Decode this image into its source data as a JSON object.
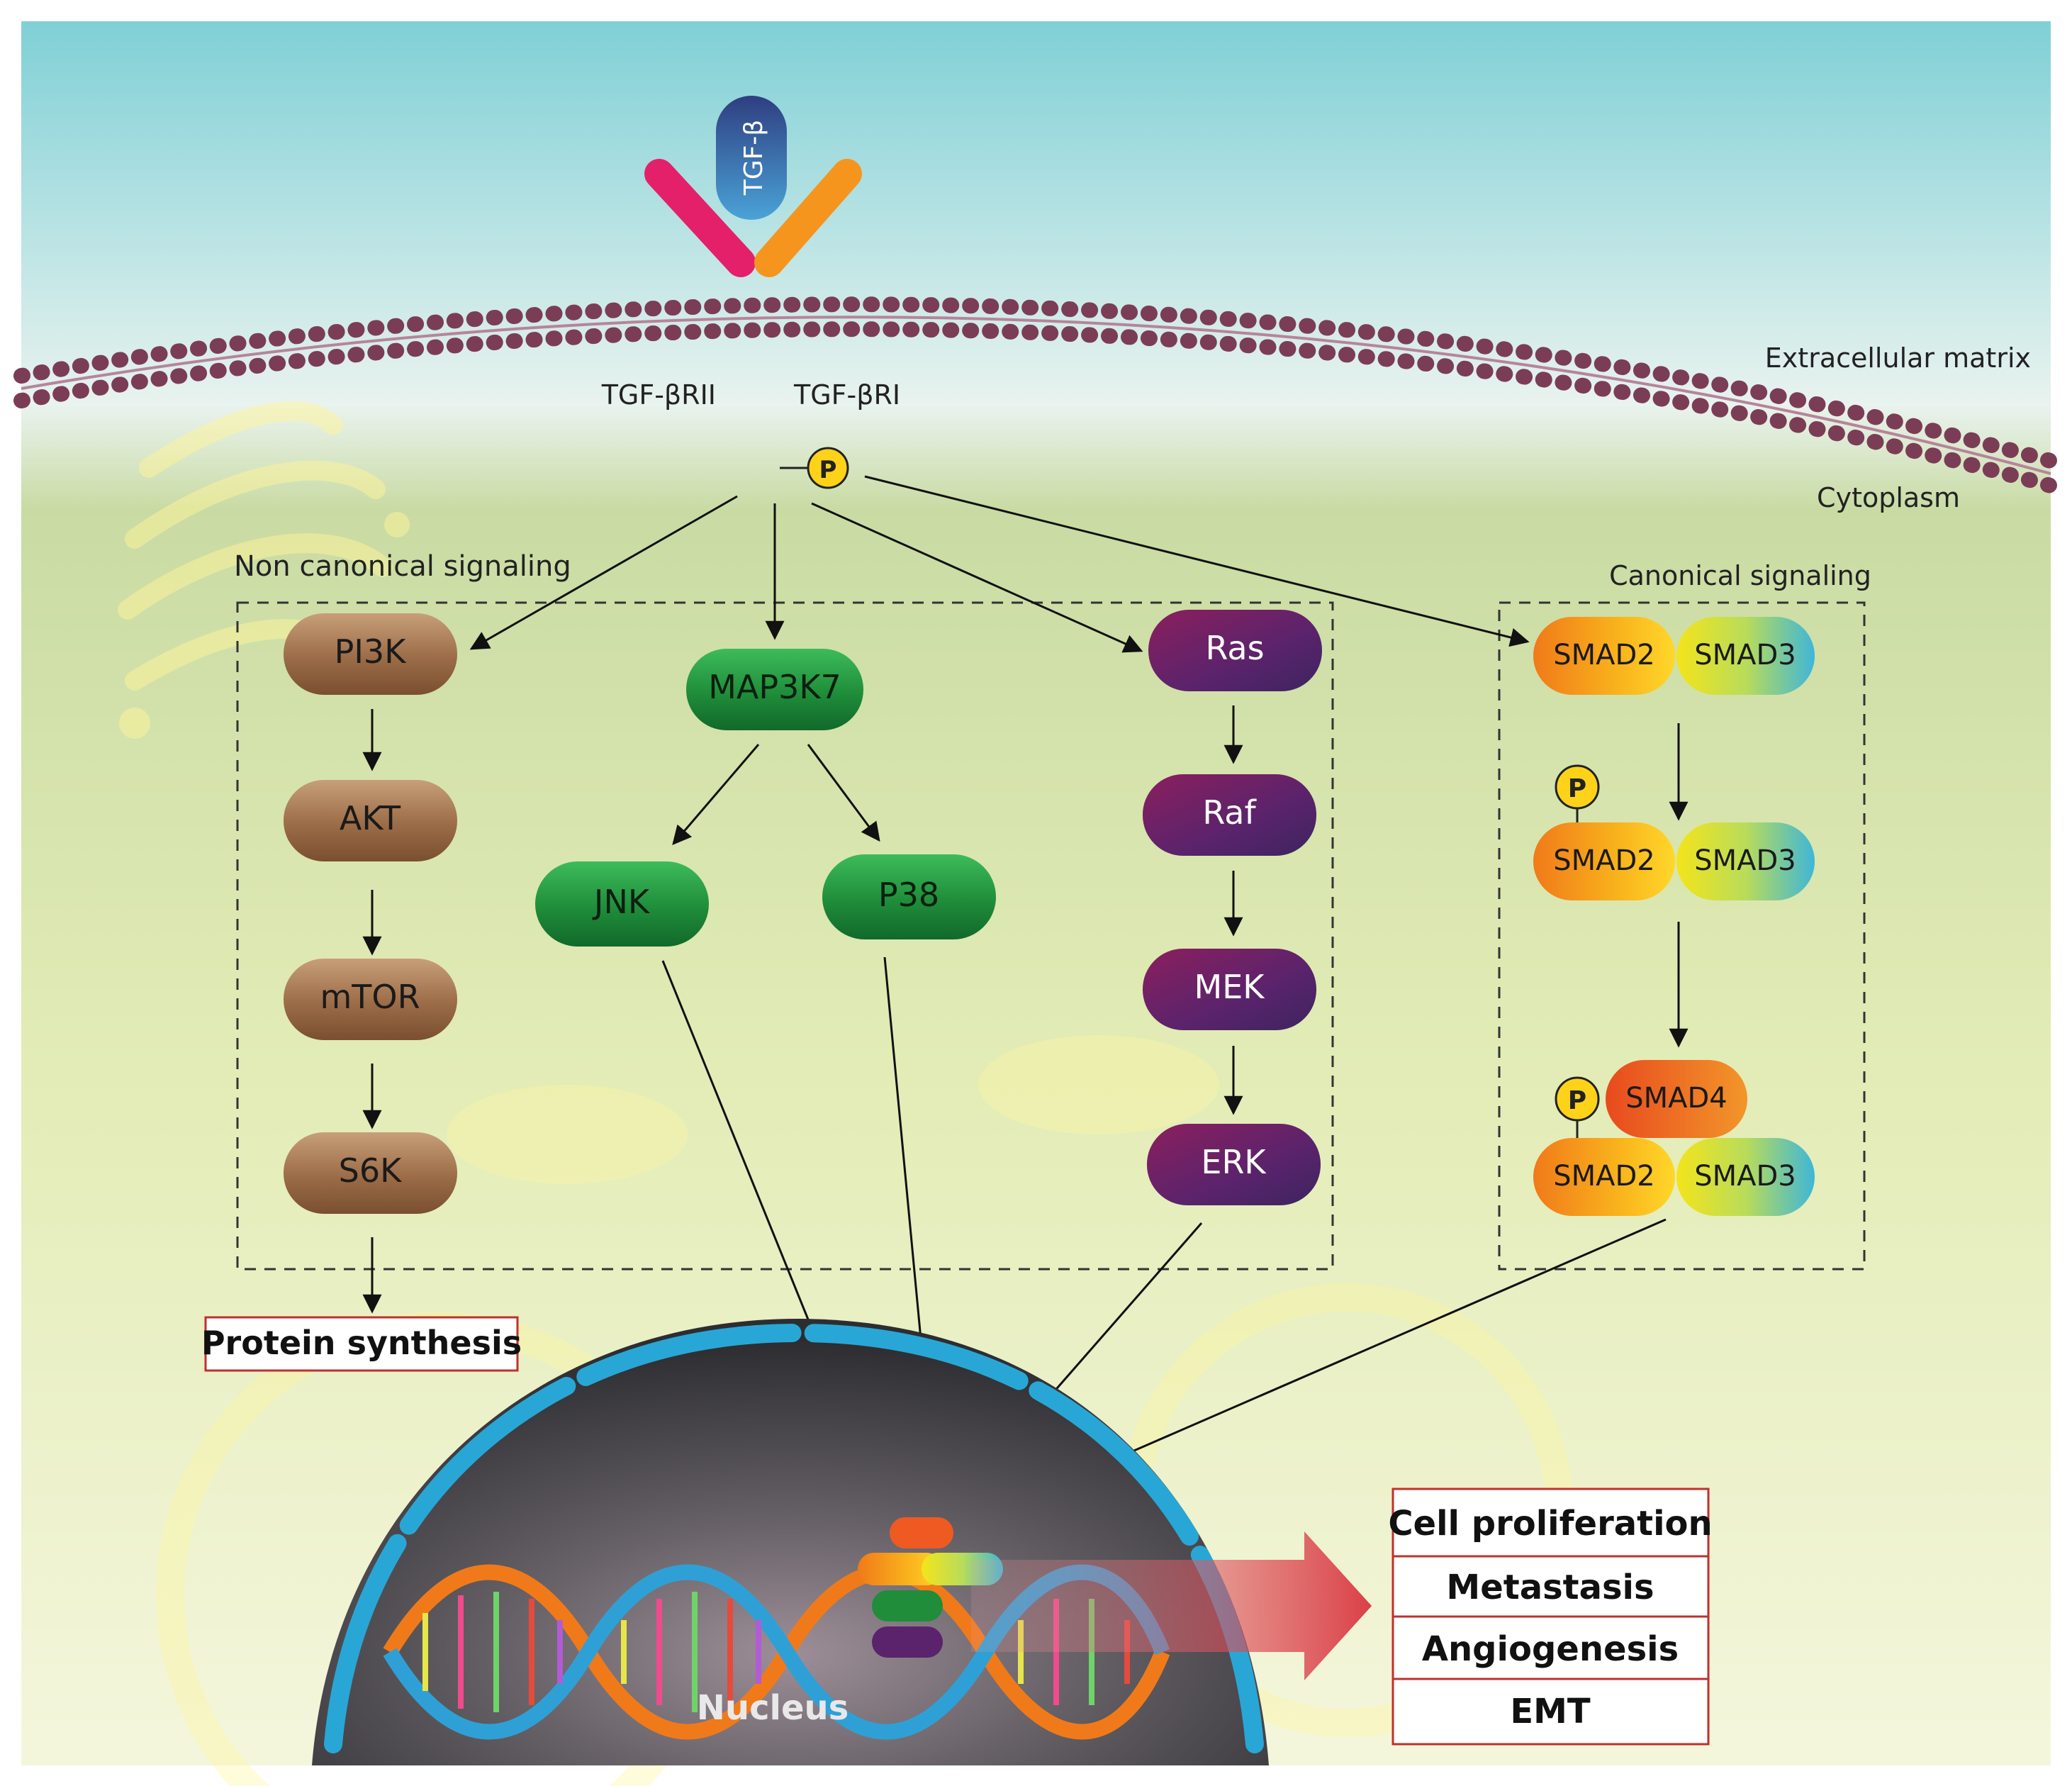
{
  "ligand": {
    "label": "TGF-β"
  },
  "receptors": {
    "type2": "TGF-βRII",
    "type1": "TGF-βRI"
  },
  "phospho": "P",
  "regions": {
    "extracellular": "Extracellular matrix",
    "cytoplasm": "Cytoplasm",
    "nucleus": "Nucleus"
  },
  "groups": {
    "noncanonical": "Non canonical signaling",
    "canonical": "Canonical signaling"
  },
  "pi3k_path": [
    "PI3K",
    "AKT",
    "mTOR",
    "S6K"
  ],
  "protein_synthesis": "Protein synthesis",
  "map3k7": "MAP3K7",
  "jnk": "JNK",
  "p38": "P38",
  "ras_path": [
    "Ras",
    "Raf",
    "MEK",
    "ERK"
  ],
  "smad": {
    "s2": "SMAD2",
    "s3": "SMAD3",
    "s4": "SMAD4"
  },
  "outcomes": [
    "Cell proliferation",
    "Metastasis",
    "Angiogenesis",
    "EMT"
  ],
  "colors": {
    "brown": "#a87a55",
    "green": "#2ea34a",
    "purple": "#6a2a6e",
    "orange": "#f07a1a",
    "yellow": "#ffd21a"
  }
}
